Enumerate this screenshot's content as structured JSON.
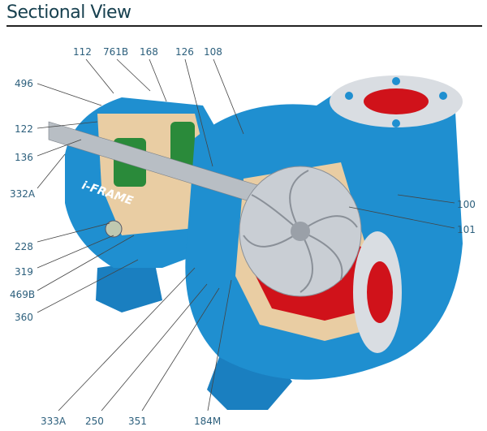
{
  "title": "Sectional View",
  "frame_logo": "i-FRAME",
  "colors": {
    "casing": "#1f8fd0",
    "section": "#e9cda3",
    "fluid": "#d0121a",
    "shaft": "#b8bec4",
    "label": "#2c5f7c"
  },
  "labels": {
    "l112": "112",
    "l761B": "761B",
    "l168": "168",
    "l126": "126",
    "l108": "108",
    "l496": "496",
    "l122": "122",
    "l136": "136",
    "l332A": "332A",
    "l228": "228",
    "l319": "319",
    "l469B": "469B",
    "l360": "360",
    "l333A": "333A",
    "l250": "250",
    "l351": "351",
    "l184M": "184M",
    "l100": "100",
    "l101": "101"
  }
}
